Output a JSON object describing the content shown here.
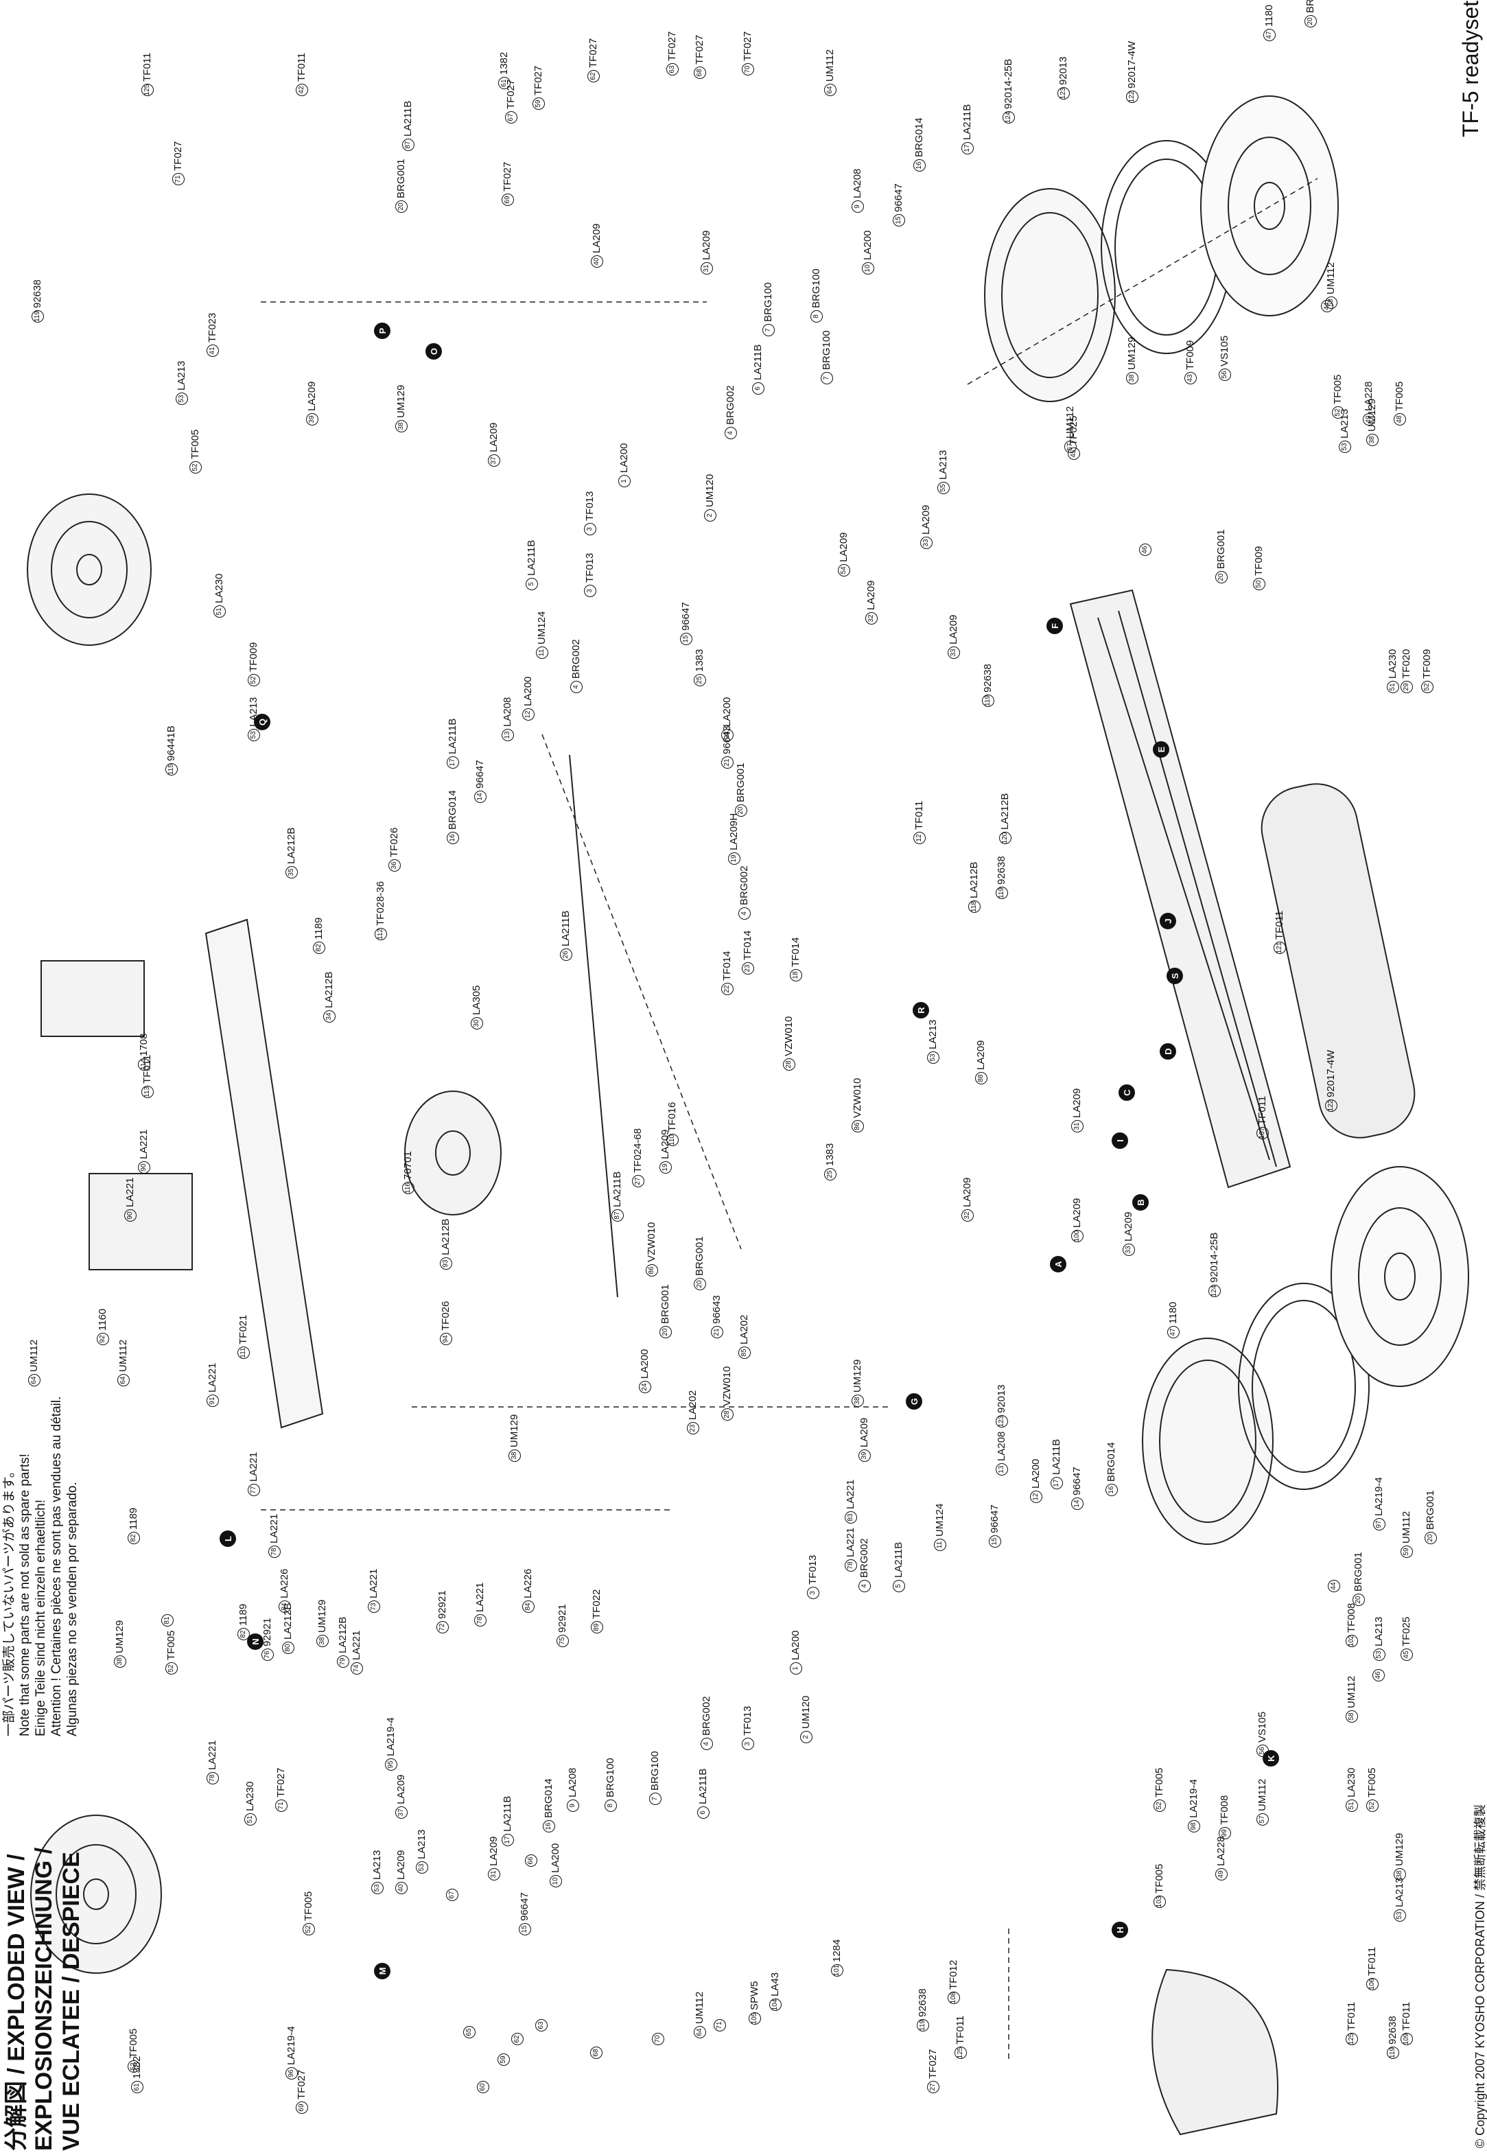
{
  "header": {
    "titles": [
      "分解図 / EXPLODED VIEW /",
      "EXPLOSIONSZEICHNUNG /",
      "VUE ECLATEE / DESPIECE"
    ],
    "notices": [
      "一部パーツ販売していないパーツがあります。",
      "Note that some parts are not sold as spare parts!",
      "Einige Teile sind nicht einzeln erhaeltlich!",
      "Attention ! Certaines pièces ne sont pas vendues au détail.",
      "Algunas piezas no se venden por separado."
    ],
    "model": "TF-5 readyset",
    "copyright": "© Copyright 2007 KYOSHO CORPORATION / 禁無断転載複製"
  },
  "callouts": [
    {
      "n": "125",
      "code": "TF011"
    },
    {
      "n": "119",
      "code": "92638"
    },
    {
      "n": "42",
      "code": "TF011"
    },
    {
      "n": "71",
      "code": "TF027"
    },
    {
      "n": "41",
      "code": "TF023"
    },
    {
      "n": "39",
      "code": "LA209"
    },
    {
      "n": "53",
      "code": "LA213"
    },
    {
      "n": "52",
      "code": "TF005"
    },
    {
      "n": "51",
      "code": "LA230"
    },
    {
      "n": "52",
      "code": "TF009"
    },
    {
      "n": "53",
      "code": "LA213"
    },
    {
      "n": "115",
      "code": "96441B"
    },
    {
      "n": "114",
      "code": "1708"
    },
    {
      "n": "113",
      "code": "TF011"
    },
    {
      "n": "90",
      "code": "LA221"
    },
    {
      "n": "90",
      "code": "LA221"
    },
    {
      "n": "111",
      "code": "TF021"
    },
    {
      "n": "112",
      "code": "TF028-36"
    },
    {
      "n": "82",
      "code": "1189"
    },
    {
      "n": "35",
      "code": "LA212B"
    },
    {
      "n": "36",
      "code": "TF026"
    },
    {
      "n": "34",
      "code": "LA212B"
    },
    {
      "n": "30",
      "code": "LA305"
    },
    {
      "n": "116",
      "code": "70701"
    },
    {
      "n": "93",
      "code": "LA212B"
    },
    {
      "n": "94",
      "code": "TF026"
    },
    {
      "n": "64",
      "code": "UM112"
    },
    {
      "n": "92",
      "code": "1160"
    },
    {
      "n": "64",
      "code": "UM112"
    },
    {
      "n": "91",
      "code": "LA221"
    },
    {
      "n": "38",
      "code": "UM129"
    },
    {
      "n": "38",
      "code": "UM129"
    },
    {
      "n": "37",
      "code": "LA209"
    },
    {
      "n": "40",
      "code": "LA209"
    },
    {
      "n": "31",
      "code": "LA209"
    },
    {
      "n": "6",
      "code": "LA211B"
    },
    {
      "n": "7",
      "code": "BRG100"
    },
    {
      "n": "8",
      "code": "BRG100"
    },
    {
      "n": "7",
      "code": "BRG100"
    },
    {
      "n": "4",
      "code": "BRG002"
    },
    {
      "n": "3",
      "code": "TF013"
    },
    {
      "n": "2",
      "code": "UM120"
    },
    {
      "n": "1",
      "code": "LA200"
    },
    {
      "n": "3",
      "code": "TF013"
    },
    {
      "n": "4",
      "code": "BRG002"
    },
    {
      "n": "5",
      "code": "LA211B"
    },
    {
      "n": "11",
      "code": "UM124"
    },
    {
      "n": "12",
      "code": "LA200"
    },
    {
      "n": "13",
      "code": "LA208"
    },
    {
      "n": "14",
      "code": "96647"
    },
    {
      "n": "16",
      "code": "BRG014"
    },
    {
      "n": "17",
      "code": "LA211B"
    },
    {
      "n": "15",
      "code": "96647"
    },
    {
      "n": "25",
      "code": "1383"
    },
    {
      "n": "24",
      "code": "LA200"
    },
    {
      "n": "21",
      "code": "96643"
    },
    {
      "n": "20",
      "code": "BRG001"
    },
    {
      "n": "19",
      "code": "LA209H"
    },
    {
      "n": "4",
      "code": "BRG002"
    },
    {
      "n": "22",
      "code": "TF014"
    },
    {
      "n": "23",
      "code": "TF014"
    },
    {
      "n": "18",
      "code": "TF014"
    },
    {
      "n": "28",
      "code": "VZW010"
    },
    {
      "n": "26",
      "code": "LA211B"
    },
    {
      "n": "27",
      "code": "TF024-68"
    },
    {
      "n": "110",
      "code": "TF016"
    },
    {
      "n": "87",
      "code": "LA211B"
    },
    {
      "n": "86",
      "code": "VZW010"
    },
    {
      "n": "20",
      "code": "BRG001"
    },
    {
      "n": "19",
      "code": "LA209"
    },
    {
      "n": "20",
      "code": "BRG001"
    },
    {
      "n": "21",
      "code": "96643"
    },
    {
      "n": "85",
      "code": "LA202"
    },
    {
      "n": "24",
      "code": "LA200"
    },
    {
      "n": "23",
      "code": "LA202"
    },
    {
      "n": "28",
      "code": "VZW010"
    },
    {
      "n": "25",
      "code": "1383"
    },
    {
      "n": "86",
      "code": "VZW010"
    },
    {
      "n": "20",
      "code": "BRG001"
    },
    {
      "n": "87",
      "code": "LA211B"
    },
    {
      "n": "69",
      "code": "TF027"
    },
    {
      "n": "67",
      "code": "TF027"
    },
    {
      "n": "61",
      "code": "1382"
    },
    {
      "n": "59",
      "code": "TF027"
    },
    {
      "n": "62",
      "code": "TF027"
    },
    {
      "n": "63",
      "code": "TF027"
    },
    {
      "n": "68",
      "code": "TF027"
    },
    {
      "n": "70",
      "code": "TF027"
    },
    {
      "n": "64",
      "code": "UM112"
    },
    {
      "n": "10",
      "code": "LA200"
    },
    {
      "n": "9",
      "code": "LA208"
    },
    {
      "n": "15",
      "code": "96647"
    },
    {
      "n": "16",
      "code": "BRG014"
    },
    {
      "n": "17",
      "code": "LA211B"
    },
    {
      "n": "124",
      "code": "92014-25B"
    },
    {
      "n": "123",
      "code": "92013"
    },
    {
      "n": "122",
      "code": "92017-4W"
    },
    {
      "n": "47",
      "code": "1180"
    },
    {
      "n": "20",
      "code": "BRG001"
    },
    {
      "n": "44",
      "code": ""
    },
    {
      "n": "58",
      "code": "UM112"
    },
    {
      "n": "38",
      "code": "UM129"
    },
    {
      "n": "43",
      "code": "TF009"
    },
    {
      "n": "56",
      "code": "VS105"
    },
    {
      "n": "57",
      "code": "UM112"
    },
    {
      "n": "45",
      "code": "TF025"
    },
    {
      "n": "46",
      "code": ""
    },
    {
      "n": "20",
      "code": "BRG001"
    },
    {
      "n": "50",
      "code": "TF009"
    },
    {
      "n": "52",
      "code": "TF005"
    },
    {
      "n": "53",
      "code": "LA213"
    },
    {
      "n": "38",
      "code": "UM129"
    },
    {
      "n": "49",
      "code": "LA228"
    },
    {
      "n": "48",
      "code": "TF005"
    },
    {
      "n": "55",
      "code": "LA213"
    },
    {
      "n": "33",
      "code": "LA209"
    },
    {
      "n": "54",
      "code": "LA209"
    },
    {
      "n": "32",
      "code": "LA209"
    },
    {
      "n": "33",
      "code": "LA209"
    },
    {
      "n": "119",
      "code": "92638"
    },
    {
      "n": "12",
      "code": "TF011"
    },
    {
      "n": "118",
      "code": "LA212B"
    },
    {
      "n": "120",
      "code": "LA212B"
    },
    {
      "n": "119",
      "code": "92638"
    },
    {
      "n": "121",
      "code": "TF011"
    },
    {
      "n": "29",
      "code": "TF020"
    },
    {
      "n": "51",
      "code": "LA230"
    },
    {
      "n": "52",
      "code": "TF009"
    },
    {
      "n": "53",
      "code": "LA213"
    },
    {
      "n": "88",
      "code": "LA209"
    },
    {
      "n": "31",
      "code": "LA209"
    },
    {
      "n": "32",
      "code": "LA209"
    },
    {
      "n": "100",
      "code": "LA209"
    },
    {
      "n": "33",
      "code": "LA209"
    },
    {
      "n": "107",
      "code": "TF011"
    },
    {
      "n": "122",
      "code": "92017-4W"
    },
    {
      "n": "47",
      "code": "1180"
    },
    {
      "n": "124",
      "code": "92014-25B"
    },
    {
      "n": "123",
      "code": "92013"
    },
    {
      "n": "13",
      "code": "LA208"
    },
    {
      "n": "12",
      "code": "LA200"
    },
    {
      "n": "14",
      "code": "96647"
    },
    {
      "n": "16",
      "code": "BRG014"
    },
    {
      "n": "17",
      "code": "LA211B"
    },
    {
      "n": "15",
      "code": "96647"
    },
    {
      "n": "11",
      "code": "UM124"
    },
    {
      "n": "5",
      "code": "LA211B"
    },
    {
      "n": "4",
      "code": "BRG002"
    },
    {
      "n": "3",
      "code": "TF013"
    },
    {
      "n": "1",
      "code": "LA200"
    },
    {
      "n": "2",
      "code": "UM120"
    },
    {
      "n": "3",
      "code": "TF013"
    },
    {
      "n": "4",
      "code": "BRG002"
    },
    {
      "n": "6",
      "code": "LA211B"
    },
    {
      "n": "7",
      "code": "BRG100"
    },
    {
      "n": "8",
      "code": "BRG100"
    },
    {
      "n": "9",
      "code": "LA208"
    },
    {
      "n": "10",
      "code": "LA200"
    },
    {
      "n": "15",
      "code": "96647"
    },
    {
      "n": "16",
      "code": "BRG014"
    },
    {
      "n": "17",
      "code": "LA211B"
    },
    {
      "n": "37",
      "code": "LA209"
    },
    {
      "n": "40",
      "code": "LA209"
    },
    {
      "n": "31",
      "code": "LA209"
    },
    {
      "n": "38",
      "code": "UM129"
    },
    {
      "n": "39",
      "code": "LA209"
    },
    {
      "n": "83",
      "code": "LA221"
    },
    {
      "n": "78",
      "code": "LA221"
    },
    {
      "n": "77",
      "code": "LA221"
    },
    {
      "n": "78",
      "code": "LA221"
    },
    {
      "n": "84",
      "code": "LA226"
    },
    {
      "n": "80",
      "code": "LA212B"
    },
    {
      "n": "79",
      "code": "LA212B"
    },
    {
      "n": "82",
      "code": "1189"
    },
    {
      "n": "81",
      "code": ""
    },
    {
      "n": "82",
      "code": "1189"
    },
    {
      "n": "38",
      "code": "UM129"
    },
    {
      "n": "52",
      "code": "TF005"
    },
    {
      "n": "78",
      "code": "LA221"
    },
    {
      "n": "76",
      "code": "92921"
    },
    {
      "n": "38",
      "code": "UM129"
    },
    {
      "n": "74",
      "code": "LA221"
    },
    {
      "n": "73",
      "code": "LA221"
    },
    {
      "n": "72",
      "code": "92921"
    },
    {
      "n": "78",
      "code": "LA221"
    },
    {
      "n": "84",
      "code": "LA226"
    },
    {
      "n": "75",
      "code": "92921"
    },
    {
      "n": "89",
      "code": "TF022"
    },
    {
      "n": "95",
      "code": "LA219-4"
    },
    {
      "n": "53",
      "code": "LA213"
    },
    {
      "n": "52",
      "code": "TF005"
    },
    {
      "n": "51",
      "code": "LA230"
    },
    {
      "n": "71",
      "code": "TF027"
    },
    {
      "n": "52",
      "code": "TF005"
    },
    {
      "n": "53",
      "code": "LA213"
    },
    {
      "n": "96",
      "code": "LA219-4"
    },
    {
      "n": "69",
      "code": "TF027"
    },
    {
      "n": "61",
      "code": "1382"
    },
    {
      "n": "67",
      "code": ""
    },
    {
      "n": "66",
      "code": ""
    },
    {
      "n": "65",
      "code": ""
    },
    {
      "n": "60",
      "code": ""
    },
    {
      "n": "59",
      "code": ""
    },
    {
      "n": "62",
      "code": ""
    },
    {
      "n": "63",
      "code": ""
    },
    {
      "n": "68",
      "code": ""
    },
    {
      "n": "70",
      "code": ""
    },
    {
      "n": "64",
      "code": "UM112"
    },
    {
      "n": "71",
      "code": ""
    },
    {
      "n": "105",
      "code": "SPW5"
    },
    {
      "n": "101",
      "code": "1284"
    },
    {
      "n": "104",
      "code": "LA43"
    },
    {
      "n": "97",
      "code": "LA219-4"
    },
    {
      "n": "59",
      "code": "UM112"
    },
    {
      "n": "20",
      "code": "BRG001"
    },
    {
      "n": "44",
      "code": ""
    },
    {
      "n": "20",
      "code": "BRG001"
    },
    {
      "n": "102",
      "code": "TF008"
    },
    {
      "n": "53",
      "code": "LA213"
    },
    {
      "n": "45",
      "code": "TF025"
    },
    {
      "n": "46",
      "code": ""
    },
    {
      "n": "58",
      "code": "UM112"
    },
    {
      "n": "56",
      "code": "VS105"
    },
    {
      "n": "57",
      "code": "UM112"
    },
    {
      "n": "99",
      "code": "TF008"
    },
    {
      "n": "98",
      "code": "LA219-4"
    },
    {
      "n": "52",
      "code": "TF005"
    },
    {
      "n": "103",
      "code": "TF005"
    },
    {
      "n": "49",
      "code": "LA228"
    },
    {
      "n": "51",
      "code": "LA230"
    },
    {
      "n": "52",
      "code": "TF005"
    },
    {
      "n": "38",
      "code": "UM129"
    },
    {
      "n": "53",
      "code": "LA213"
    },
    {
      "n": "106",
      "code": "TF011"
    },
    {
      "n": "125",
      "code": "TF011"
    },
    {
      "n": "119",
      "code": "92638"
    },
    {
      "n": "109",
      "code": "TF011"
    },
    {
      "n": "125",
      "code": "TF011"
    },
    {
      "n": "119",
      "code": "92638"
    },
    {
      "n": "108",
      "code": "TF012"
    },
    {
      "n": "27",
      "code": "TF027"
    }
  ],
  "markers": [
    "P",
    "O",
    "Q",
    "F",
    "R",
    "E",
    "S",
    "D",
    "J",
    "C",
    "I",
    "B",
    "G",
    "H",
    "A",
    "L",
    "N",
    "K",
    "M"
  ]
}
